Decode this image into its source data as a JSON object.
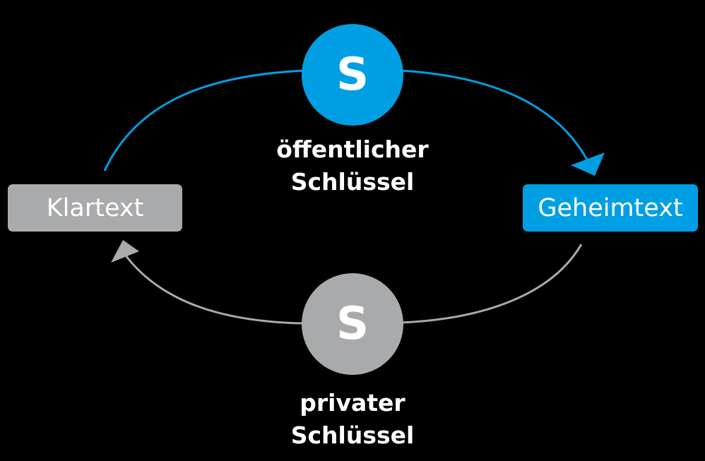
{
  "colors": {
    "background": "#000000",
    "public": "#009fe3",
    "private": "#a9aaac",
    "text": "#ffffff"
  },
  "plaintext": {
    "label": "Klartext"
  },
  "ciphertext": {
    "label": "Geheimtext"
  },
  "public_key": {
    "symbol": "S",
    "label_line1": "öffentlicher",
    "label_line2": "Schlüssel"
  },
  "private_key": {
    "symbol": "S",
    "label_line1": "privater",
    "label_line2": "Schlüssel"
  }
}
